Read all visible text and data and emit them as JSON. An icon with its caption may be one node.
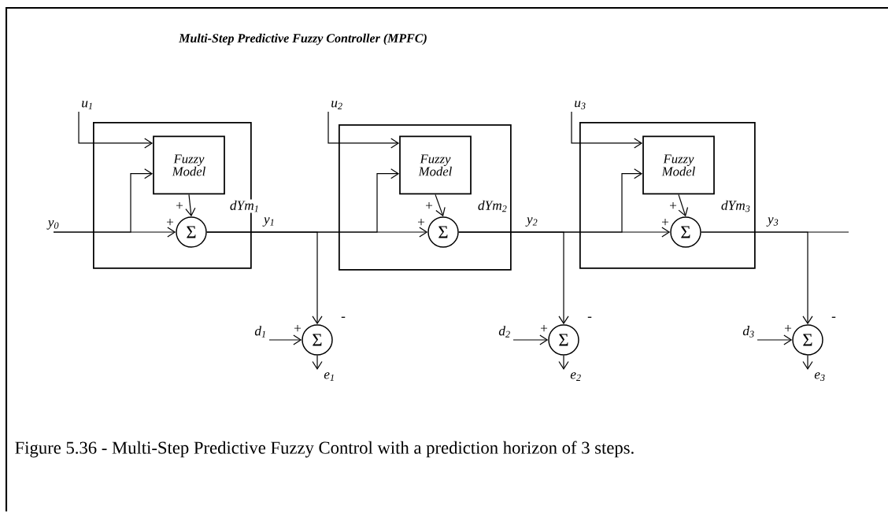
{
  "diagram": {
    "title": "Multi-Step Predictive Fuzzy Controller (MPFC)",
    "caption": "Figure 5.36 - Multi-Step Predictive Fuzzy Control with a prediction horizon of 3 steps.",
    "nodes": [
      {
        "text": [],
        "shape": "box"
      },
      {
        "text": [
          "Fuzzy Model"
        ],
        "in": 0
      },
      {
        "text": [
          "Σ"
        ],
        "in": 0
      },
      {
        "text": [],
        "shape": "box"
      },
      {
        "text": [
          "Fuzzy Model"
        ],
        "in": 3
      },
      {
        "text": [
          "Σ"
        ],
        "in": 3
      },
      {
        "text": [],
        "shape": "box"
      },
      {
        "text": [
          "Fuzzy Model"
        ],
        "in": 6
      },
      {
        "text": [
          "Σ"
        ],
        "in": 6
      },
      {
        "text": [
          "Σ"
        ]
      },
      {
        "text": [
          "Σ"
        ]
      },
      {
        "text": [
          "Σ"
        ]
      },
      {
        "text": [
          "u$_{1}$"
        ]
      },
      {
        "text": [
          "u$_{2}$"
        ]
      },
      {
        "text": [
          "u$_{3}$"
        ]
      },
      {
        "text": [
          "y$_{0}$"
        ]
      },
      {
        "text": [
          "d$_{1}$"
        ]
      },
      {
        "text": [
          "d$_{2}$"
        ]
      },
      {
        "text": [
          "d$_{3}$"
        ]
      },
      {
        "text": [
          "e$_{1}$"
        ]
      },
      {
        "text": [
          "e$_{2}$"
        ]
      },
      {
        "text": [
          "e$_{3}$"
        ]
      }
    ],
    "edges": [
      {
        "from": 12,
        "to": 1,
        "arrow": "to"
      },
      {
        "from": 15,
        "to": 2,
        "arrow": "to"
      },
      {
        "from": 15,
        "to": 1,
        "arrow": "to"
      },
      {
        "from": 1,
        "to": 2,
        "arrow": "to",
        "label": "dYm$_{1}$"
      },
      {
        "from": 2,
        "to": 5,
        "arrow": "to",
        "label": "y$_{1}$"
      },
      {
        "from": 2,
        "to": 4,
        "arrow": "to"
      },
      {
        "from": 2,
        "to": 9,
        "arrow": "to"
      },
      {
        "from": 13,
        "to": 4,
        "arrow": "to"
      },
      {
        "from": 4,
        "to": 5,
        "arrow": "to",
        "label": "dYm$_{2}$"
      },
      {
        "from": 5,
        "to": 8,
        "arrow": "to",
        "label": "y$_{2}$"
      },
      {
        "from": 5,
        "to": 7,
        "arrow": "to"
      },
      {
        "from": 5,
        "to": 10,
        "arrow": "to"
      },
      {
        "from": 14,
        "to": 7,
        "arrow": "to"
      },
      {
        "from": 7,
        "to": 8,
        "arrow": "to",
        "label": "dYm$_{3}$"
      },
      {
        "from": 8,
        "to": null,
        "arrow": "none",
        "label": "y$_{3}$"
      },
      {
        "from": 8,
        "to": 11,
        "arrow": "to"
      },
      {
        "from": 16,
        "to": 9,
        "arrow": "to"
      },
      {
        "from": 17,
        "to": 10,
        "arrow": "to"
      },
      {
        "from": 18,
        "to": 11,
        "arrow": "to"
      },
      {
        "from": 9,
        "to": 19,
        "arrow": "to"
      },
      {
        "from": 10,
        "to": 20,
        "arrow": "to"
      },
      {
        "from": 11,
        "to": 21,
        "arrow": "to"
      }
    ],
    "labels": [
      "+",
      "+",
      "+",
      "+",
      "+",
      "+",
      "+",
      "-",
      "+",
      "-",
      "+",
      "-"
    ]
  }
}
